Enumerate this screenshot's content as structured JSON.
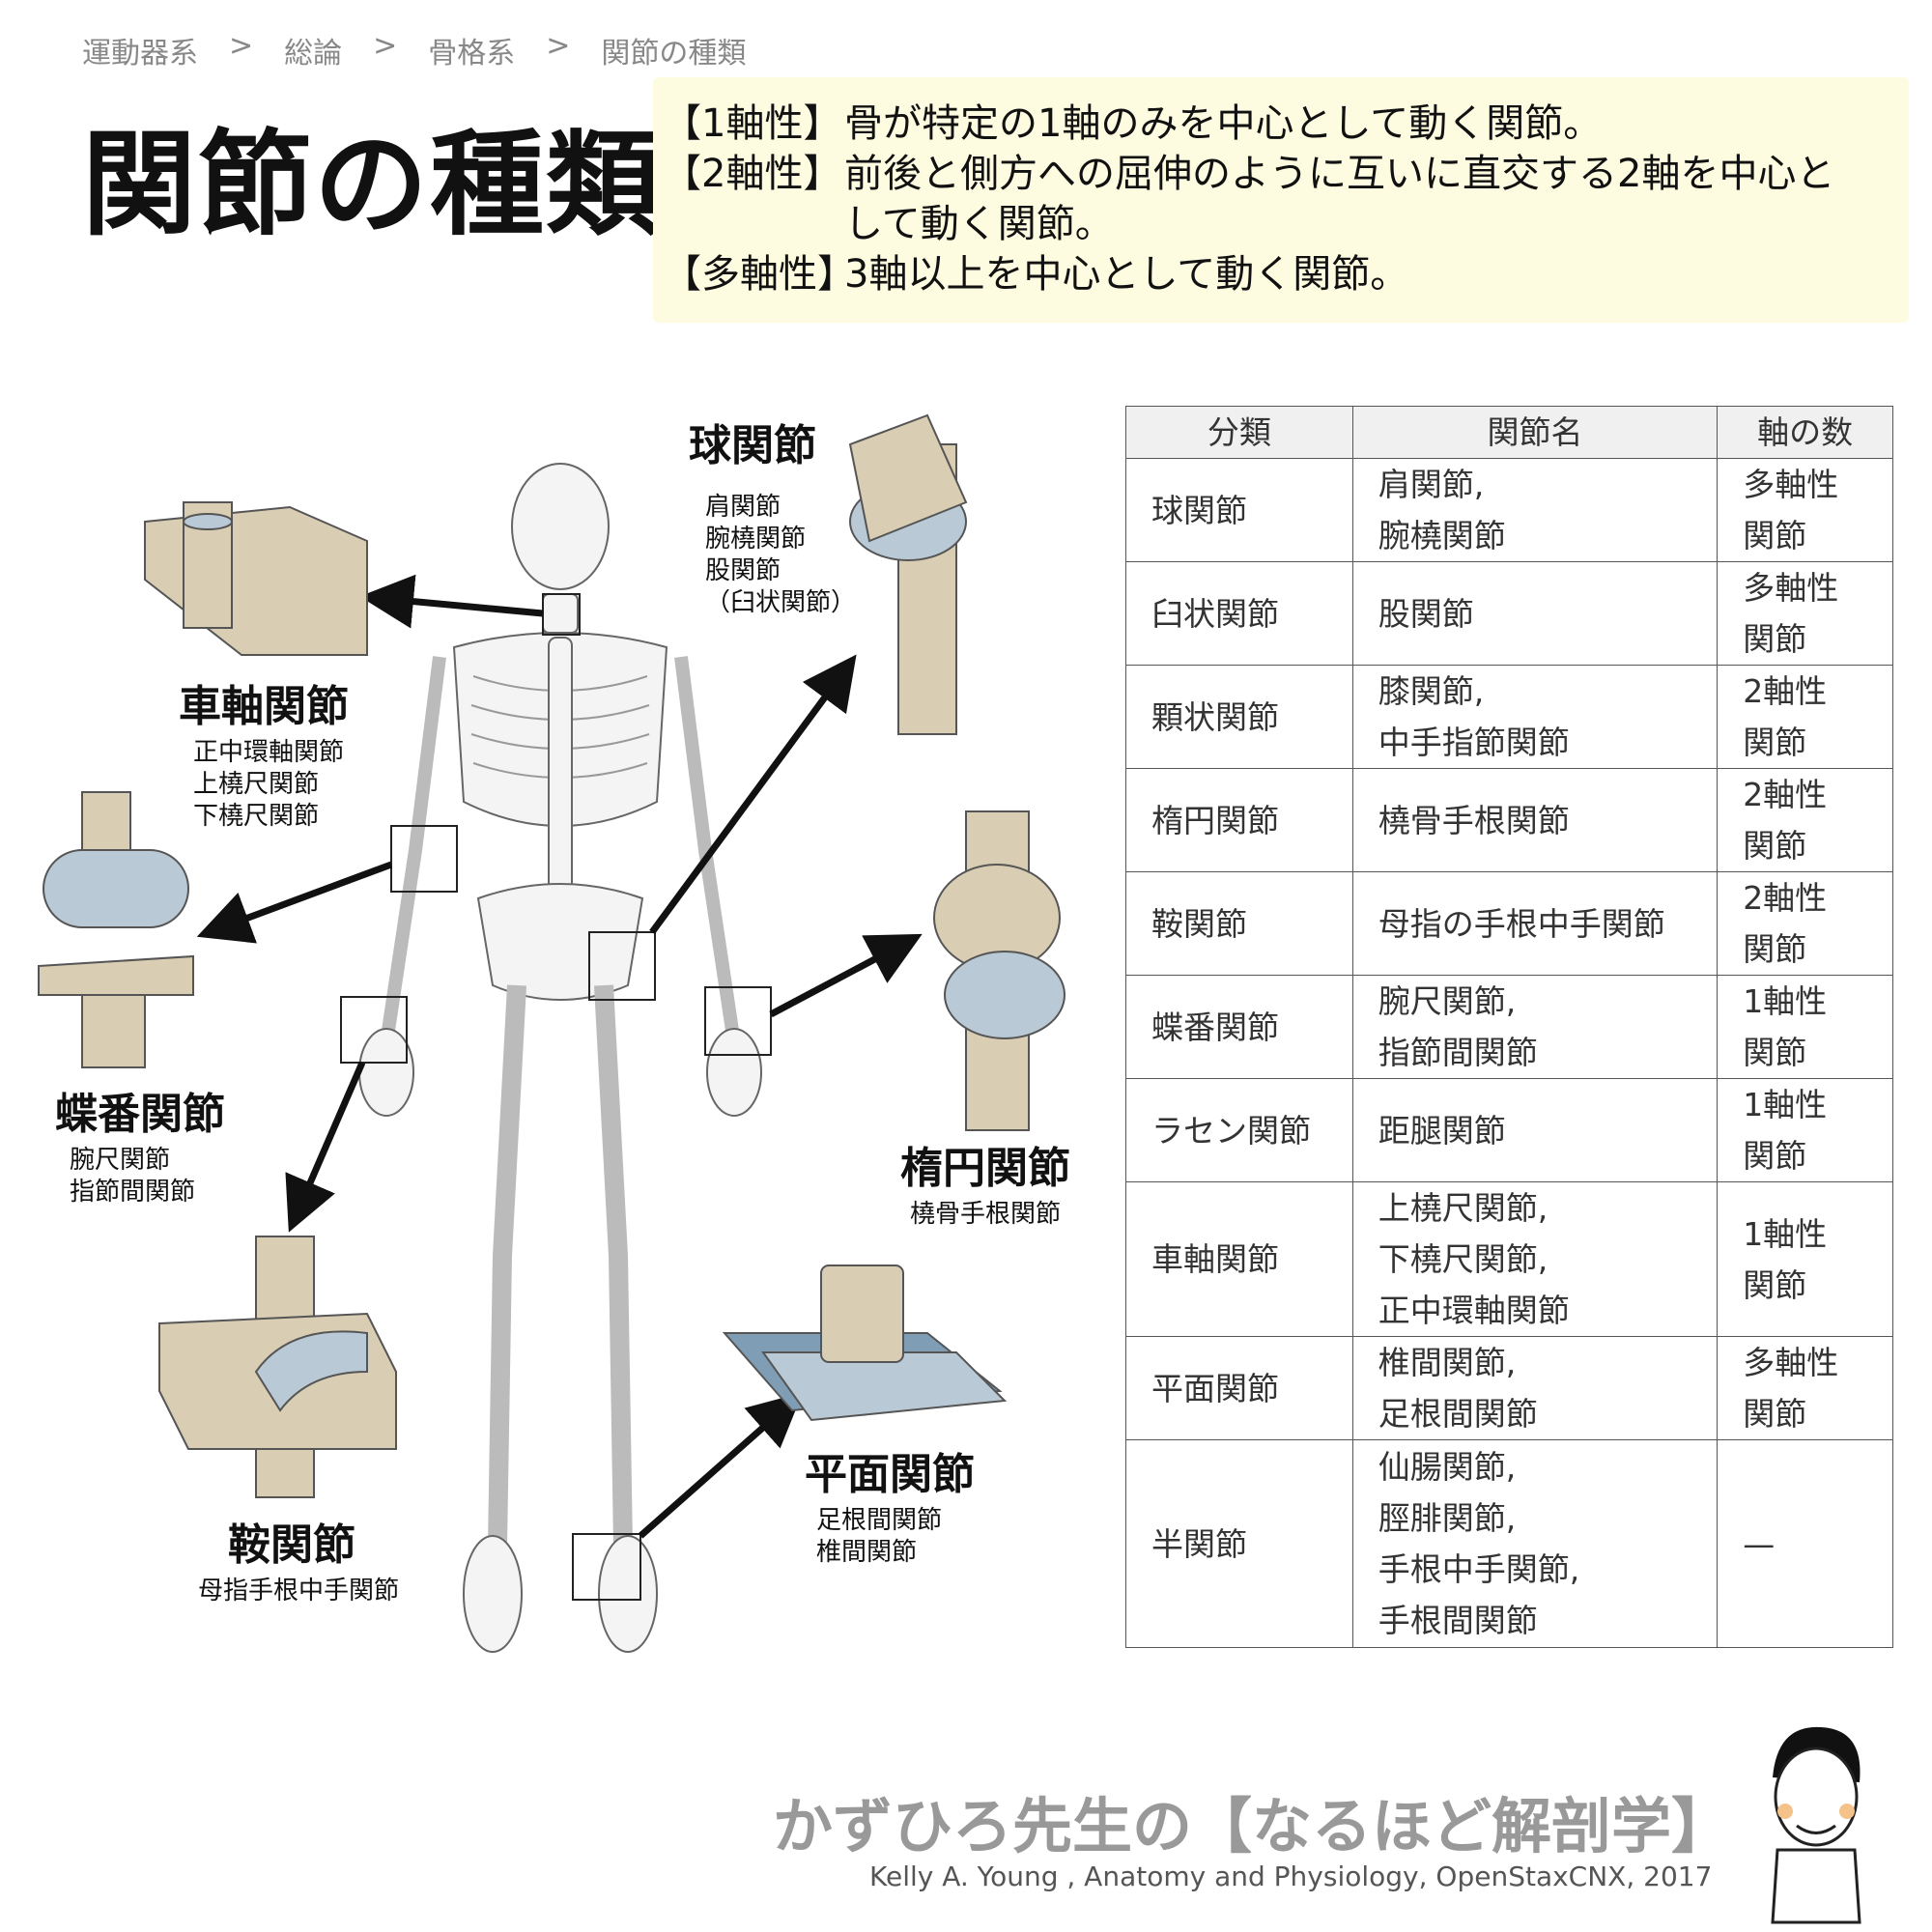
{
  "breadcrumb": [
    "運動器系",
    ">",
    "総論",
    ">",
    "骨格系",
    ">",
    "関節の種類"
  ],
  "title": "関節の種類",
  "definitions": [
    {
      "key": "【1軸性】",
      "text": "骨が特定の1軸のみを中心として動く関節。"
    },
    {
      "key": "【2軸性】",
      "text": "前後と側方への屈伸のように互いに直交する2軸を中心と",
      "text2": "して動く関節。"
    },
    {
      "key": "【多軸性】",
      "text": "3軸以上を中心として動く関節。"
    }
  ],
  "table": {
    "headers": [
      "分類",
      "関節名",
      "軸の数"
    ],
    "rows": [
      {
        "type": "球関節",
        "names": [
          "肩関節,",
          "腕橈関節"
        ],
        "axes": [
          "多軸性",
          "関節"
        ]
      },
      {
        "type": "臼状関節",
        "names": [
          "股関節"
        ],
        "axes": [
          "多軸性",
          "関節"
        ]
      },
      {
        "type": "顆状関節",
        "names": [
          "膝関節,",
          "中手指節関節"
        ],
        "axes": [
          "2軸性",
          "関節"
        ]
      },
      {
        "type": "楕円関節",
        "names": [
          "橈骨手根関節"
        ],
        "axes": [
          "2軸性",
          "関節"
        ]
      },
      {
        "type": "鞍関節",
        "names": [
          "母指の手根中手関節"
        ],
        "axes": [
          "2軸性",
          "関節"
        ]
      },
      {
        "type": "蝶番関節",
        "names": [
          "腕尺関節,",
          "指節間関節"
        ],
        "axes": [
          "1軸性",
          "関節"
        ]
      },
      {
        "type": "ラセン関節",
        "names": [
          "距腿関節"
        ],
        "axes": [
          "1軸性",
          "関節"
        ]
      },
      {
        "type": "車軸関節",
        "names": [
          "上橈尺関節,",
          "下橈尺関節,",
          "正中環軸関節"
        ],
        "axes": [
          "1軸性",
          "関節"
        ]
      },
      {
        "type": "平面関節",
        "names": [
          "椎間関節,",
          "足根間関節"
        ],
        "axes": [
          "多軸性",
          "関節"
        ]
      },
      {
        "type": "半関節",
        "names": [
          "仙腸関節,",
          "脛腓関節,",
          "手根中手関節,",
          "手根間関節"
        ],
        "axes": [
          "—"
        ]
      }
    ]
  },
  "joints": {
    "ball": {
      "title": "球関節",
      "examples": [
        "肩関節",
        "腕橈関節",
        "股関節",
        "（臼状関節）"
      ]
    },
    "pivot": {
      "title": "車軸関節",
      "examples": [
        "正中環軸関節",
        "上橈尺関節",
        "下橈尺関節"
      ]
    },
    "hinge": {
      "title": "蝶番関節",
      "examples": [
        "腕尺関節",
        "指節間関節"
      ]
    },
    "ellipsoid": {
      "title": "楕円関節",
      "examples": [
        "橈骨手根関節"
      ]
    },
    "saddle": {
      "title": "鞍関節",
      "examples": [
        "母指手根中手関節"
      ]
    },
    "plane": {
      "title": "平面関節",
      "examples": [
        "足根間関節",
        "椎間関節"
      ]
    }
  },
  "footer": {
    "brand": "かずひろ先生の【なるほど解剖学】",
    "credit": "Kelly A. Young , Anatomy and Physiology, OpenStaxCNX, 2017"
  },
  "colors": {
    "bone": "#d9cdb3",
    "cartilage": "#b9cad6",
    "plate": "#7f9db5",
    "box": "#fdfbe0"
  }
}
